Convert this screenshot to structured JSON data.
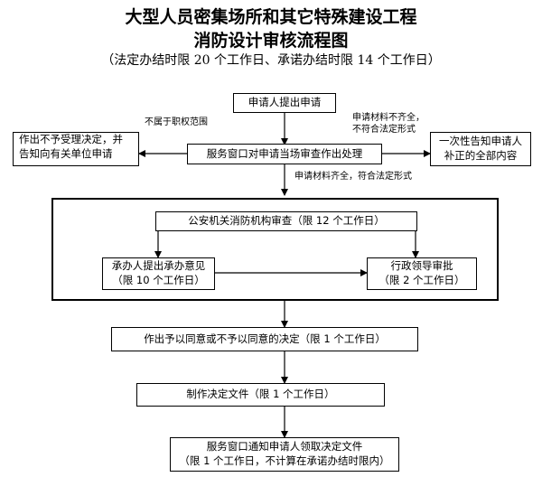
{
  "header": {
    "title_line1": "大型人员密集场所和其它特殊建设工程",
    "title_line2": "消防设计审核流程图",
    "subtitle": "（法定办结时限 20 个工作日、承诺办结时限 14 个工作日）"
  },
  "nodes": {
    "apply": "申请人提出申请",
    "service_window": "服务窗口对申请当场审查作出处理",
    "reject_line1": "作出不予受理决定，并",
    "reject_line2": "告知向有关单位申请",
    "notify_line1": "一次性告知申请人",
    "notify_line2": "补正的全部内容",
    "review": "公安机关消防机构审查（限 12 个工作日）",
    "handler_line1": "承办人提出承办意见",
    "handler_line2": "（限 10 个工作日）",
    "leader_line1": "行政领导审批",
    "leader_line2": "（限 2 个工作日）",
    "decision": "作出予以同意或不予以同意的决定（限 1 个工作日）",
    "document": "制作决定文件（限 1 个工作日）",
    "notice_line1": "服务窗口通知申请人领取决定文件",
    "notice_line2": "（限 1 个工作日，不计算在承诺办结时限内）"
  },
  "edge_labels": {
    "not_in_scope": "不属于职权范围",
    "incomplete_line1": "申请材料不齐全，",
    "incomplete_line2": "不符合法定形式",
    "complete": "申请材料齐全，符合法定形式"
  }
}
